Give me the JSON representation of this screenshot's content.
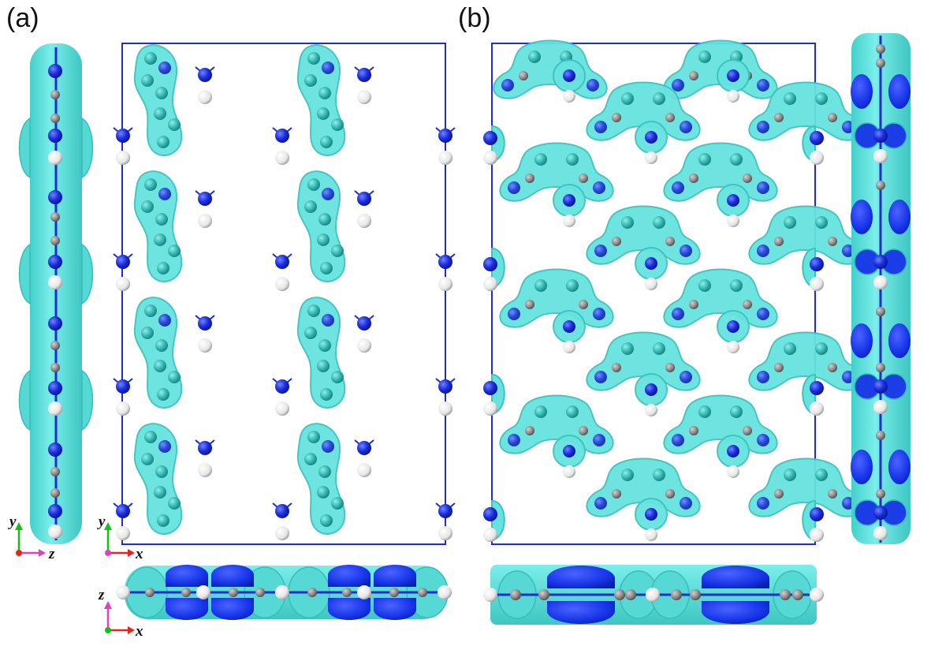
{
  "panels": {
    "a": {
      "label": "(a)"
    },
    "b": {
      "label": "(b)"
    }
  },
  "axes": {
    "a_side": {
      "vertical": "y",
      "horizontal": "z"
    },
    "a_top": {
      "vertical": "y",
      "horizontal": "x"
    },
    "a_bottom": {
      "vertical": "z",
      "horizontal": "x"
    }
  },
  "colors": {
    "isosurface": "#5ee0dc",
    "isosurface_dark": "#36bfbd",
    "atom_n": "#1a2bd6",
    "atom_c_light": "#2aa3a0",
    "atom_c_gray": "#7a7a7a",
    "atom_h": "#f2f2f2",
    "frame": "#1f2bd4",
    "lobe_dark": "#1530e0",
    "axis_y": "#12c212",
    "axis_x": "#e8231c",
    "axis_z": "#e040c8"
  },
  "icons": [
    "coordinate-axes-icon"
  ]
}
